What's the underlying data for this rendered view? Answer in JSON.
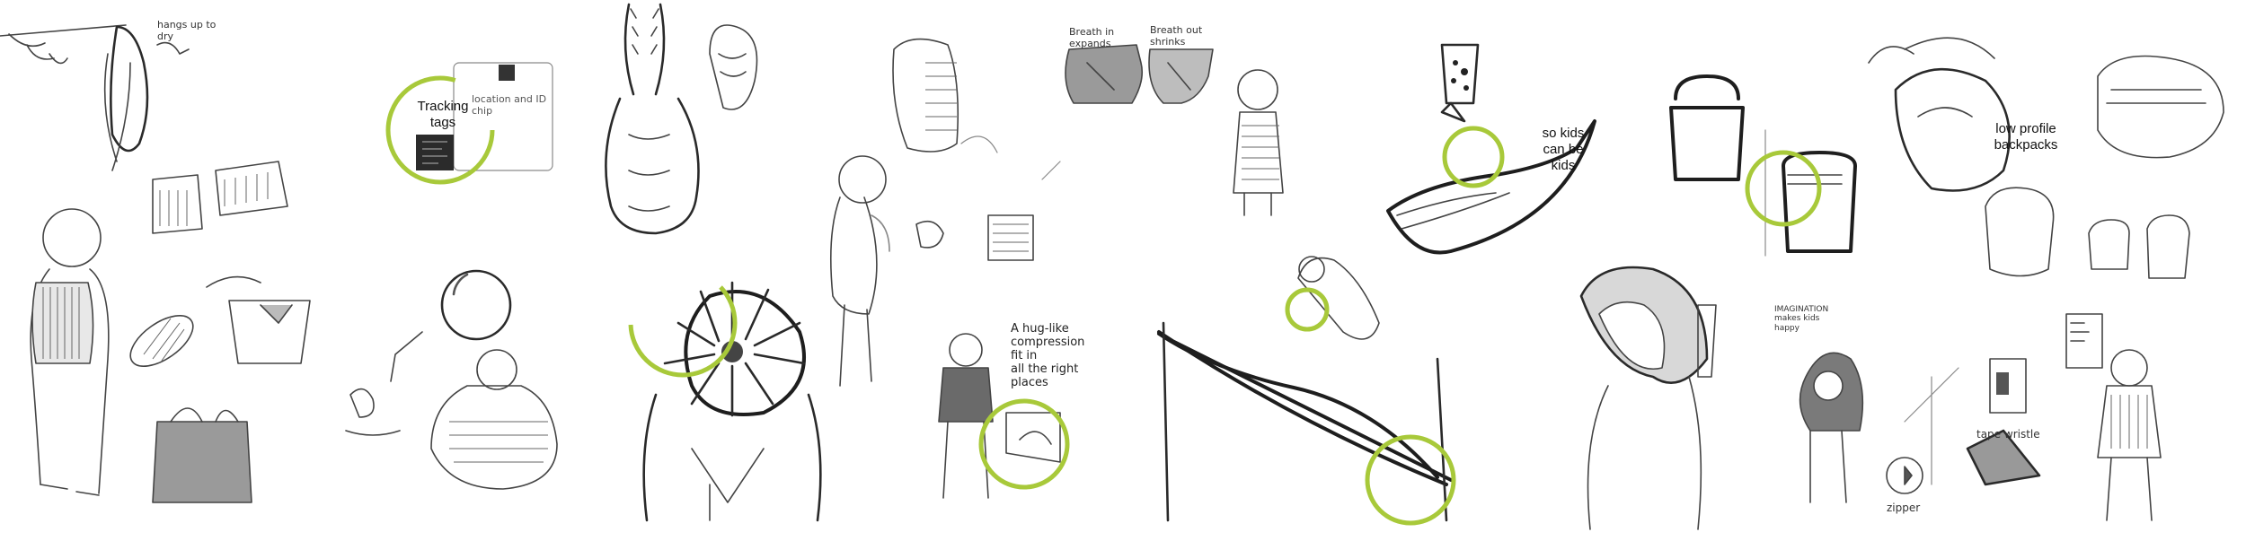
{
  "labels": {
    "tracking_tags": "Tracking\ntags",
    "so_kids": "so kids\ncan be\nkids",
    "low_profile": "low profile\nbackpacks"
  },
  "handwritten": {
    "hangs_up": "hangs up to\ndry",
    "location_id": "location and ID\nchip",
    "breath_in": "Breath in\nexpands",
    "breath_out": "Breath out\nshrinks",
    "hug_like": "A hug-like\ncompression\nfit in\nall the right\nplaces",
    "zipper": "zipper",
    "tape_wristle": "tape wristle",
    "imagination": "IMAGINATION\nmakes kids\nhappy"
  },
  "colors": {
    "accent_ring": "#a8c93a",
    "sketch": "#444444",
    "sketch_dark": "#1e1e1e",
    "background": "#ffffff"
  }
}
